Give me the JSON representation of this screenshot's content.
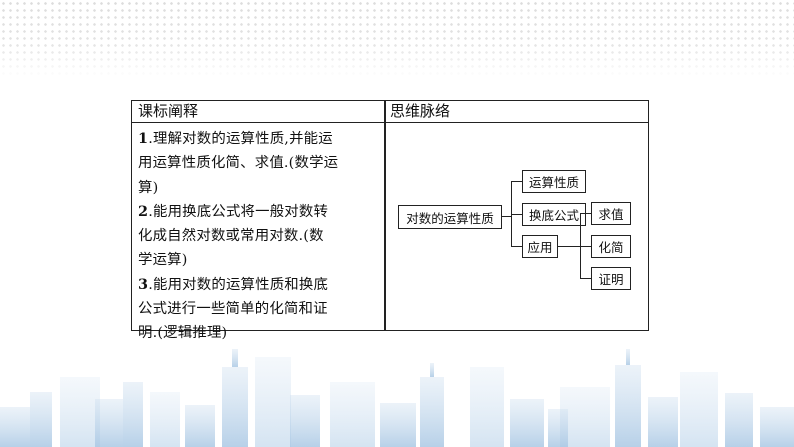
{
  "table": {
    "header_left": "课标阐释",
    "header_right": "思维脉络",
    "items": [
      {
        "num": "1",
        "lines": [
          ".理解对数的运算性质,并能运",
          "用运算性质化简、求值.(数学运",
          "算)"
        ]
      },
      {
        "num": "2",
        "lines": [
          ".能用换底公式将一般对数转",
          "化成自然对数或常用对数.(数",
          "学运算)"
        ]
      },
      {
        "num": "3",
        "lines": [
          ".能用对数的运算性质和换底",
          "公式进行一些简单的化简和证",
          "明.(逻辑推理)"
        ]
      }
    ]
  },
  "mindmap": {
    "root": "对数的运算性质",
    "branches": [
      "运算性质",
      "换底公式",
      "应用"
    ],
    "sub": [
      "求值",
      "化简",
      "证明"
    ]
  }
}
